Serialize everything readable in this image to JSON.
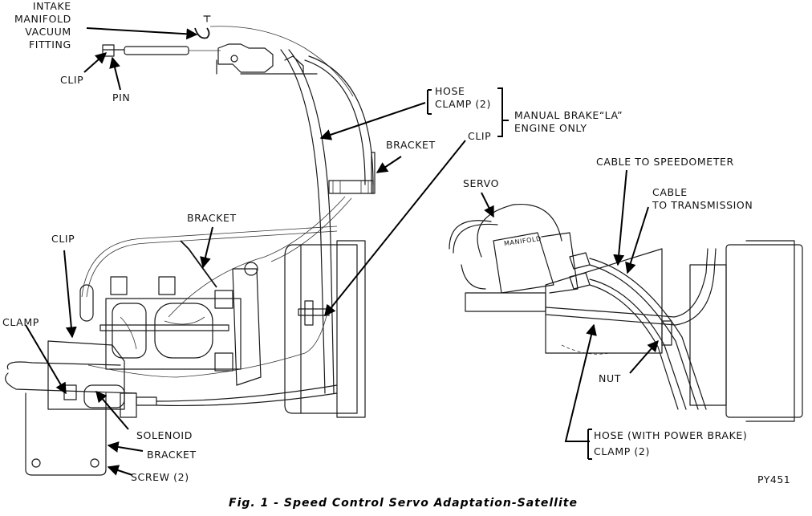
{
  "figure": {
    "caption": "Fig. 1 - Speed Control Servo Adaptation-Satellite",
    "figure_id": "PY451"
  },
  "labels": {
    "intake_manifold": [
      "INTAKE",
      "MANIFOLD",
      "VACUUM",
      "FITTING"
    ],
    "clip_top": "CLIP",
    "pin": "PIN",
    "hose_clamp": [
      "HOSE",
      "CLAMP (2)"
    ],
    "manual_brake_note": [
      "MANUAL BRAKE“LA”",
      "ENGINE ONLY"
    ],
    "bracket_upper": "BRACKET",
    "clip_right": "CLIP",
    "bracket_mid": "BRACKET",
    "clip_left": "CLIP",
    "clamp": "CLAMP",
    "solenoid": "SOLENOID",
    "bracket_lower": "BRACKET",
    "screw": "SCREW (2)",
    "servo": "SERVO",
    "manifold_stamp": "MANIFOLD",
    "cable_speedometer": "CABLE TO SPEEDOMETER",
    "cable_transmission": [
      "CABLE",
      "TO TRANSMISSION"
    ],
    "nut": "NUT",
    "hose_power_brake": [
      "HOSE (WITH POWER BRAKE)",
      "CLAMP (2)"
    ]
  }
}
